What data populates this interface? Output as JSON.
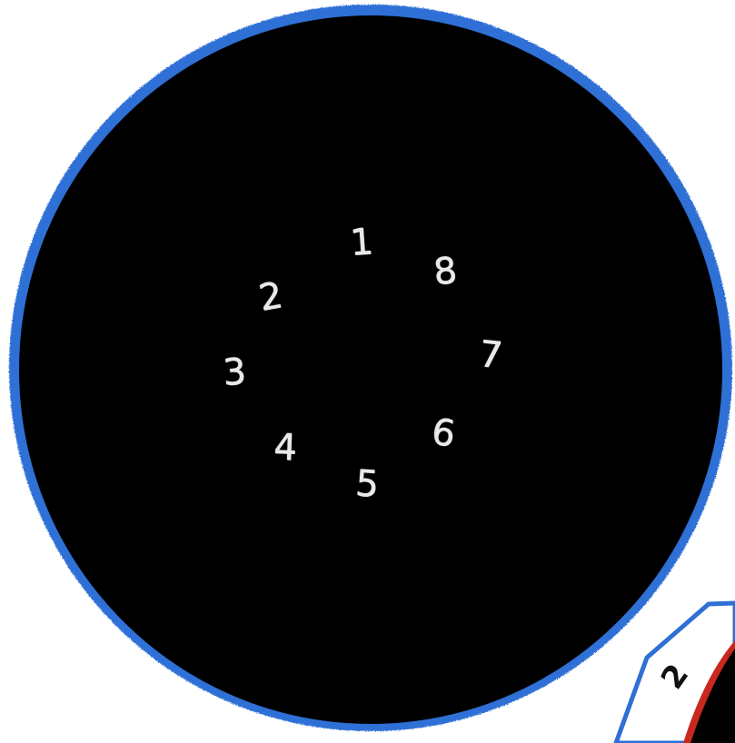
{
  "main_circle": {
    "fill_color": "#000000",
    "border_color": "#2f6fd6",
    "digits": [
      {
        "id": "digit-1",
        "text": "1"
      },
      {
        "id": "digit-2",
        "text": "2"
      },
      {
        "id": "digit-3",
        "text": "3"
      },
      {
        "id": "digit-4",
        "text": "4"
      },
      {
        "id": "digit-5",
        "text": "5"
      },
      {
        "id": "digit-6",
        "text": "6"
      },
      {
        "id": "digit-7",
        "text": "7"
      },
      {
        "id": "digit-8",
        "text": "8"
      }
    ]
  },
  "corner_shape": {
    "label": "2",
    "border_color": "#2f6fd6",
    "inner_ring_color": "#c8281e",
    "fill_color": "#000000"
  }
}
